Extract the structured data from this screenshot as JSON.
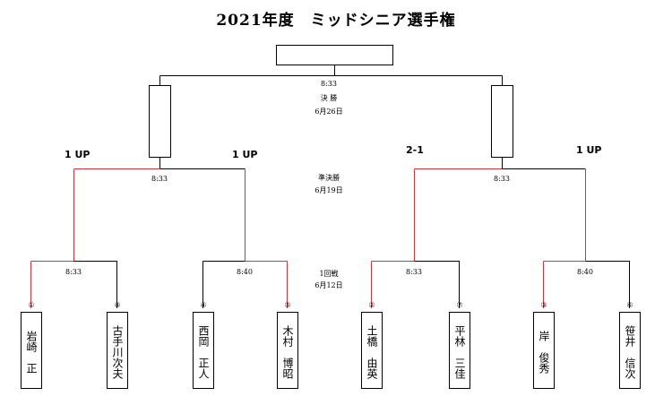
{
  "title": "2021年度　ミッドシニア選手権",
  "rounds": {
    "final": {
      "time": "8:33",
      "name": "決 勝",
      "date": "6月26日"
    },
    "semi": {
      "name": "準決勝",
      "date": "6月19日",
      "left_time": "8:33",
      "right_time": "8:33"
    },
    "first": {
      "name": "1回戦",
      "date": "6月12日"
    }
  },
  "r1_times": [
    "8:33",
    "8:40",
    "8:33",
    "8:40"
  ],
  "scores": {
    "s1": "1 UP",
    "s2": "1 UP",
    "s3": "2-1",
    "s4": "1 UP"
  },
  "players": [
    {
      "num": "①",
      "name": "岩崎　正"
    },
    {
      "num": "⑧",
      "name": "古手川次夫"
    },
    {
      "num": "④",
      "name": "西岡　正人"
    },
    {
      "num": "⑤",
      "name": "木村　博昭"
    },
    {
      "num": "②",
      "name": "土橋　由英"
    },
    {
      "num": "⑦",
      "name": "平林　三佳"
    },
    {
      "num": "③",
      "name": "岸　俊秀"
    },
    {
      "num": "⑥",
      "name": "笹井　信次"
    }
  ],
  "colors": {
    "winner_line": "#d9303a",
    "line": "#000000"
  }
}
